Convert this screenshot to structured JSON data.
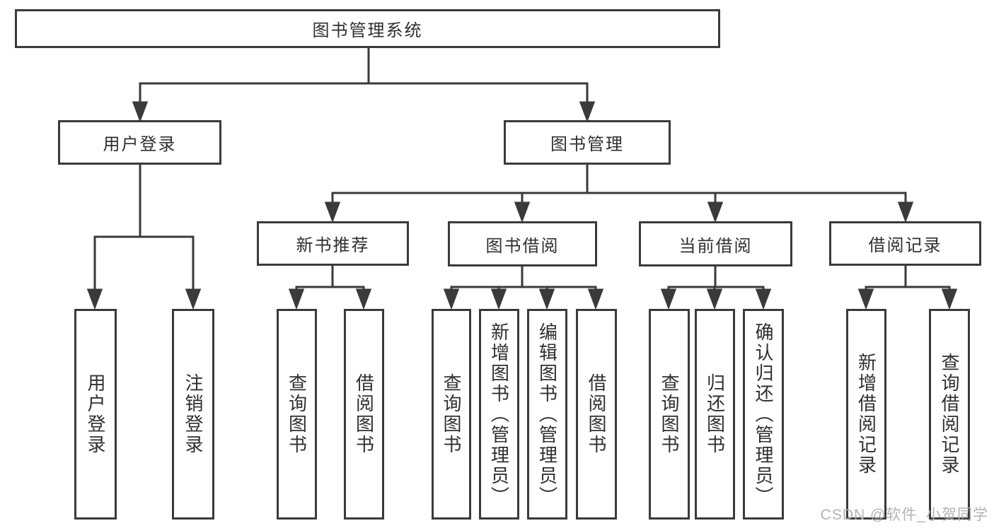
{
  "tree": {
    "root": {
      "label": "图书管理系统"
    },
    "branches": [
      {
        "label": "用户登录",
        "children": [
          {
            "label": "用户登录"
          },
          {
            "label": "注销登录"
          }
        ]
      },
      {
        "label": "图书管理",
        "groups": [
          {
            "label": "新书推荐",
            "children": [
              {
                "label": "查询图书"
              },
              {
                "label": "借阅图书"
              }
            ]
          },
          {
            "label": "图书借阅",
            "children": [
              {
                "label": "查询图书"
              },
              {
                "label": "新增图书（管理员）"
              },
              {
                "label": "编辑图书（管理员）"
              },
              {
                "label": "借阅图书"
              }
            ]
          },
          {
            "label": "当前借阅",
            "children": [
              {
                "label": "查询图书"
              },
              {
                "label": "归还图书"
              },
              {
                "label": "确认归还（管理员）"
              }
            ]
          },
          {
            "label": "借阅记录",
            "children": [
              {
                "label": "新增借阅记录"
              },
              {
                "label": "查询借阅记录"
              }
            ]
          }
        ]
      }
    ]
  },
  "watermark": {
    "text": "CSDN @软件_小贺同学",
    "color": "#b3b3b3"
  },
  "colors": {
    "line": "#3a3a3a",
    "text": "#2f2f2f",
    "background": "#ffffff"
  }
}
